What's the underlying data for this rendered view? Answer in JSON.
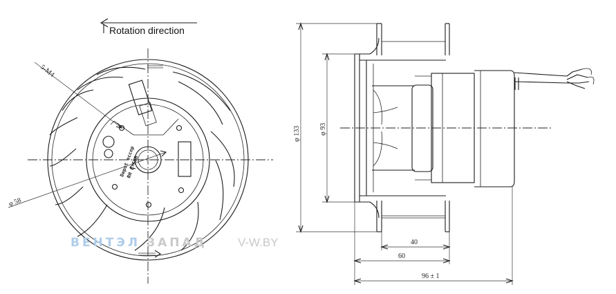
{
  "front_view": {
    "rotation_label": "Rotation direction",
    "hole_spec": "5-M4",
    "diameter_label": "φ 58",
    "label_lines": [
      "Depot eccnp",
      "RH E-5BB"
    ]
  },
  "side_view": {
    "diameter_outer": "φ 133",
    "diameter_inner": "φ 93",
    "dim_40": "40",
    "dim_60": "60",
    "dim_total": "96 ± 1"
  },
  "watermark": {
    "brand_blue": "ВЕНТЭЛ",
    "brand_gray": "ЗАПАД",
    "site": "V-W.BY",
    "colors": {
      "blue": "#aecdea",
      "gray": "#c9c9c9"
    }
  }
}
